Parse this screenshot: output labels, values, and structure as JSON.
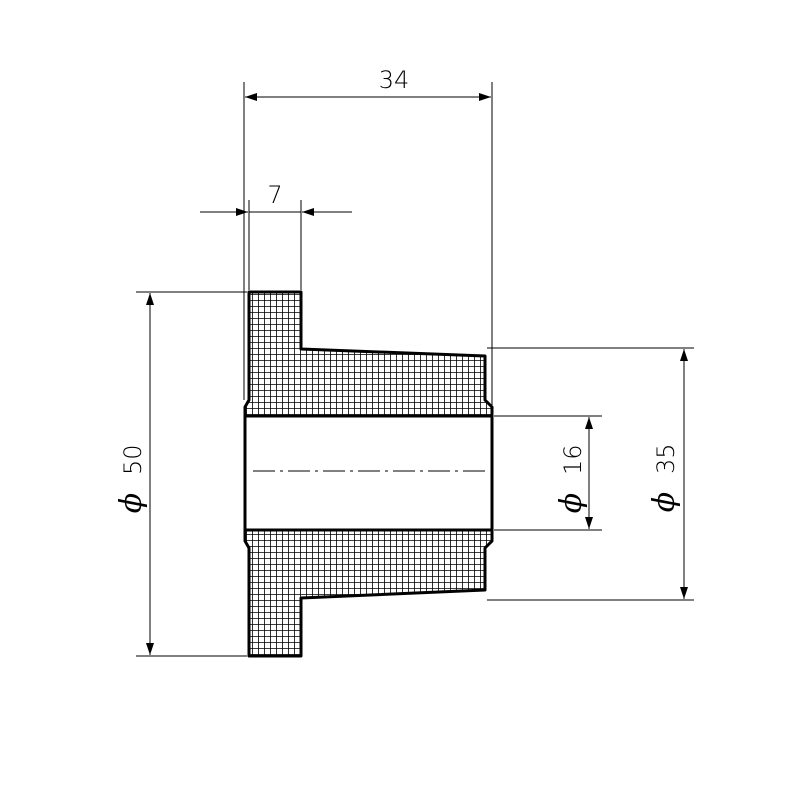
{
  "dimensions": {
    "overall_length": "34",
    "flange_width": "7",
    "outer_diameter": "50",
    "hub_diameter": "35",
    "bore_diameter": "16",
    "diameter_symbol": "ϕ"
  }
}
